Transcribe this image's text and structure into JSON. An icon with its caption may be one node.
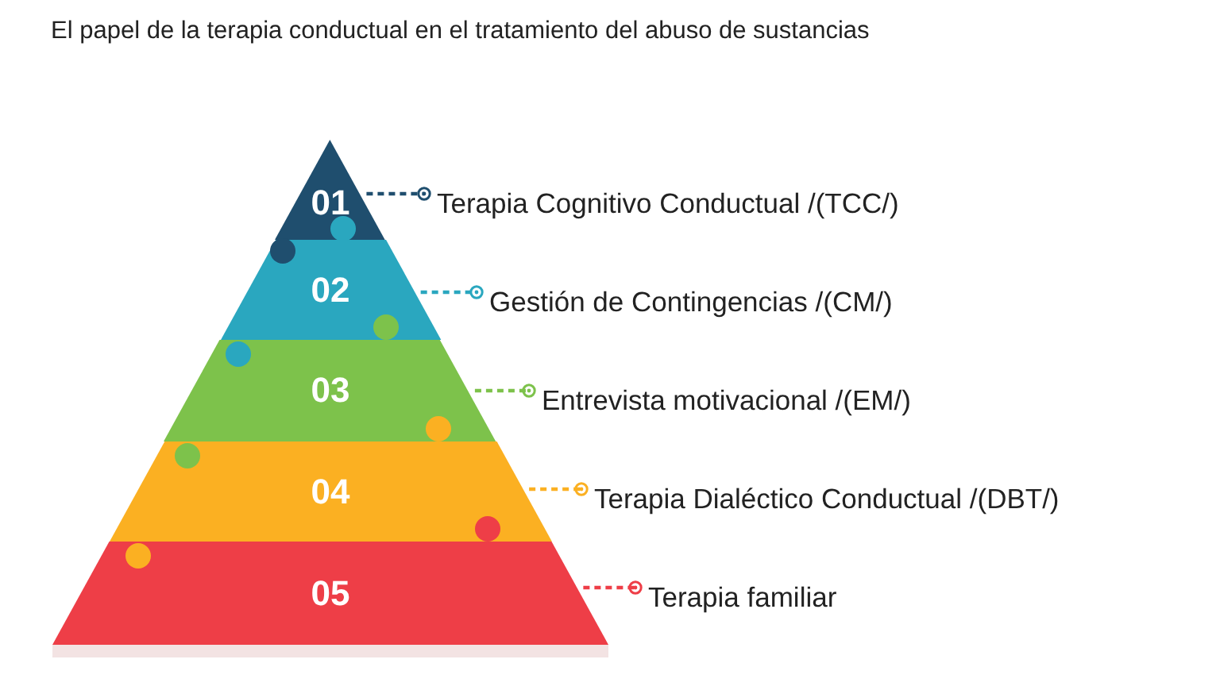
{
  "diagram": {
    "title": "El papel de la terapia conductual en el tratamiento del abuso de sustancias",
    "nodes": [
      {
        "text": [
          "01"
        ]
      },
      {
        "text": [
          "02"
        ]
      },
      {
        "text": [
          "03"
        ]
      },
      {
        "text": [
          "04"
        ]
      },
      {
        "text": [
          "05"
        ]
      },
      {
        "text": [
          "Terapia Cognitivo Conductual /(TCC/)"
        ]
      },
      {
        "text": [
          "Gestión de Contingencias /(CM/)"
        ]
      },
      {
        "text": [
          "Entrevista motivacional /(EM/)"
        ]
      },
      {
        "text": [
          "Terapia Dialéctico Conductual /(DBT/)"
        ]
      },
      {
        "text": [
          "Terapia familiar"
        ]
      }
    ],
    "edges": [
      {
        "from": 0,
        "to": 5,
        "arrow": "other",
        "style": "dashed",
        "color": "#1f4e6e"
      },
      {
        "from": 1,
        "to": 6,
        "arrow": "other",
        "style": "dashed",
        "color": "#2aa7bf"
      },
      {
        "from": 2,
        "to": 7,
        "arrow": "other",
        "style": "dashed",
        "color": "#7dc24b"
      },
      {
        "from": 3,
        "to": 8,
        "arrow": "other",
        "style": "dashed",
        "color": "#fbb022"
      },
      {
        "from": 4,
        "to": 9,
        "arrow": "other",
        "style": "dashed",
        "color": "#ee3e47"
      }
    ]
  }
}
